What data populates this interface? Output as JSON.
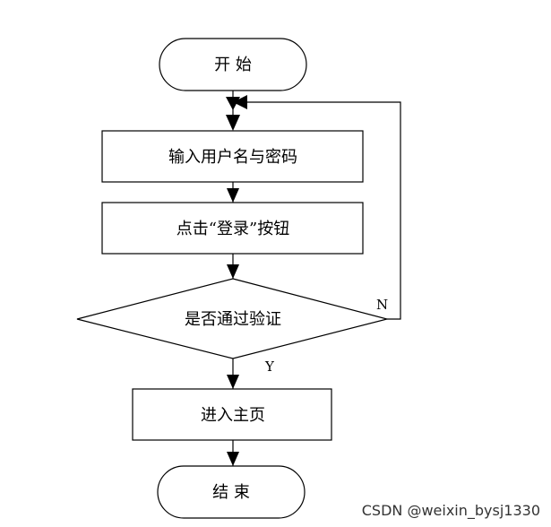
{
  "flowchart": {
    "start": "开 始",
    "step1": "输入用户名与密码",
    "step2": "点击“登录”按钮",
    "decision": "是否通过验证",
    "yes": "Y",
    "no": "N",
    "step3": "进入主页",
    "end": "结 束"
  },
  "watermark": "CSDN @weixin_bysj1330"
}
